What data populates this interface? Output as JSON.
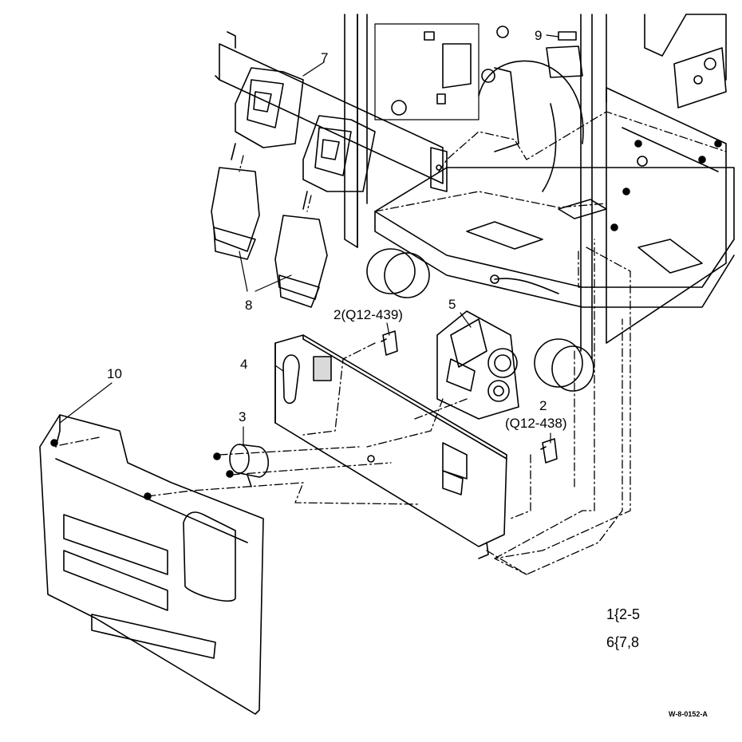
{
  "callouts": {
    "c9": "9",
    "c7": "7",
    "c8": "8",
    "c2a": "2(Q12-439)",
    "c5": "5",
    "c4": "4",
    "c10": "10",
    "c3": "3",
    "c2b_num": "2",
    "c2b_ref": "(Q12-438)"
  },
  "legend": {
    "line1": "1{2-5",
    "line2": "6{7,8"
  },
  "drawing_code": "W-8-0152-A",
  "colors": {
    "line": "#000000",
    "background": "#ffffff",
    "shade": "#d9d9d9"
  }
}
